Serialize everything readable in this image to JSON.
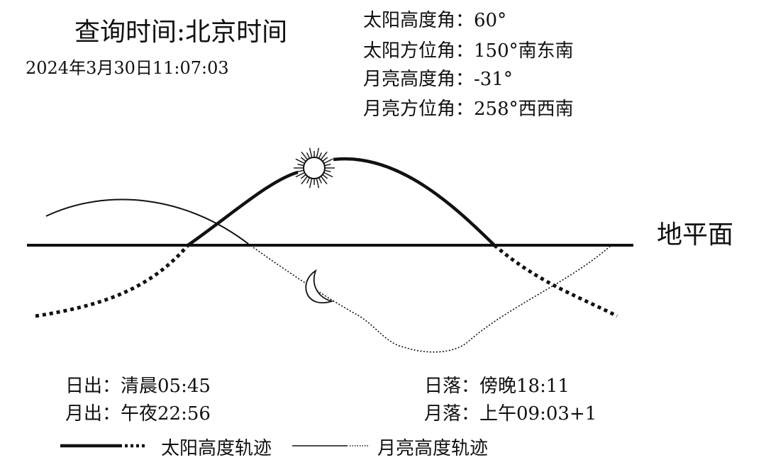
{
  "header": {
    "title": "查询时间:北京时间",
    "datetime": "2024年3月30日11:07:03"
  },
  "info": {
    "sun_altitude_label": "太阳高度角：",
    "sun_altitude_value": "60°",
    "sun_azimuth_label": "太阳方位角：",
    "sun_azimuth_value": "150°南东南",
    "moon_altitude_label": "月亮高度角：",
    "moon_altitude_value": "-31°",
    "moon_azimuth_label": "月亮方位角：",
    "moon_azimuth_value": "258°西西南"
  },
  "horizon_label": "地平面",
  "events": {
    "sunrise_label": "日出：",
    "sunrise_value": "清晨05:45",
    "moonrise_label": "月出：",
    "moonrise_value": "午夜22:56",
    "sunset_label": "日落：",
    "sunset_value": "傍晚18:11",
    "moonset_label": "月落：",
    "moonset_value": "上午09:03+1"
  },
  "legend": {
    "sun_track": "太阳高度轨迹",
    "moon_track": "月亮高度轨迹"
  },
  "icons": {
    "sun": "sun-icon",
    "moon": "crescent-moon-icon"
  },
  "colors": {
    "ink": "#111111",
    "background": "#ffffff"
  }
}
